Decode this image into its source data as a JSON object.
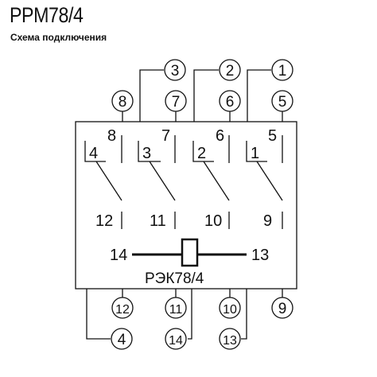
{
  "title": "PPM78/4",
  "subtitle": "Схема подключения",
  "top_pins_outer": [
    "3",
    "2",
    "1"
  ],
  "top_pins_inner": [
    "8",
    "7",
    "6",
    "5"
  ],
  "bottom_pins_inner": [
    "12",
    "11",
    "10",
    "9"
  ],
  "bottom_pins_outer": [
    "4",
    "14",
    "13"
  ],
  "contacts": [
    {
      "common": "4",
      "nc": "8",
      "no": "12"
    },
    {
      "common": "3",
      "nc": "7",
      "no": "11"
    },
    {
      "common": "2",
      "nc": "6",
      "no": "10"
    },
    {
      "common": "1",
      "nc": "5",
      "no": "9"
    }
  ],
  "coil": {
    "left": "14",
    "right": "13"
  },
  "model_label": "РЭК78/4"
}
